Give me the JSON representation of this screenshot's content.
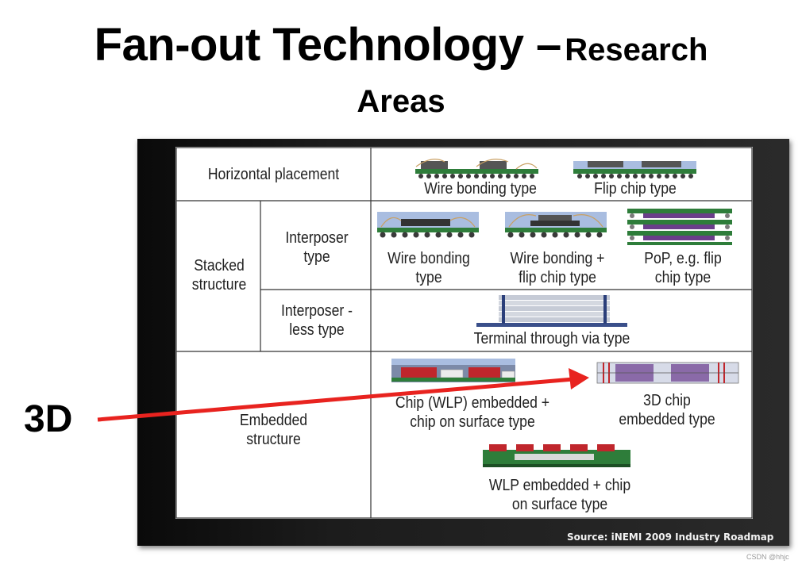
{
  "title": {
    "main": "Fan-out Technology –",
    "sub": "Research",
    "line2": "Areas"
  },
  "table": {
    "horizontal_placement": "Horizontal placement",
    "wire_bonding_type": "Wire bonding type",
    "flip_chip_type": "Flip chip type",
    "stacked_line1": "Stacked",
    "stacked_line2": "structure",
    "interposer_line1": "Interposer",
    "interposer_line2": "type",
    "wb_type_line1": "Wire bonding",
    "wb_type_line2": "type",
    "wb_fc_line1": "Wire bonding +",
    "wb_fc_line2": "flip chip type",
    "pop_line1": "PoP, e.g. flip",
    "pop_line2": "chip type",
    "interposerless_line1": "Interposer -",
    "interposerless_line2": "less type",
    "tvia": "Terminal through via type",
    "embedded_line1": "Embedded",
    "embedded_line2": "structure",
    "chip_wlp_line1": "Chip (WLP) embedded +",
    "chip_wlp_line2": "chip on surface type",
    "chip3d_line1": "3D chip",
    "chip3d_line2": "embedded type",
    "wlp_emb_line1": "WLP embedded + chip",
    "wlp_emb_line2": "on surface type"
  },
  "source": "Source: iNEMI 2009 Industry Roadmap",
  "annotation": "3D",
  "watermark": "CSDN @hhjc",
  "colors": {
    "arrow": "#e8231f",
    "package_blue": "#a9bde0",
    "substrate_green": "#2e7d3a",
    "chip_red": "#c0262c",
    "chip_purple": "#8a6aa8"
  }
}
